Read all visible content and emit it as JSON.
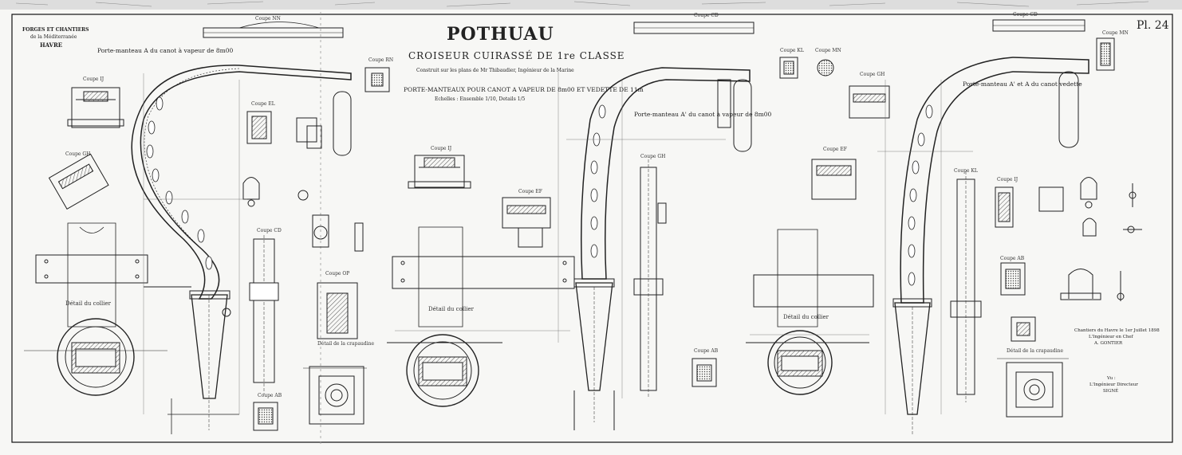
{
  "plate": {
    "number": "Pl. 24",
    "title": "POTHUAU",
    "subtitle": "CROISEUR CUIRASSÉ DE 1re CLASSE",
    "credit": "Construit sur les plans de Mr Thibaudier, Ingénieur de la Marine",
    "heading": "PORTE-MANTEAUX POUR CANOT A VAPEUR DE 8m00 ET VEDETTE DE 11m",
    "scales": "Echelles : Ensemble 1/10, Details 1/5"
  },
  "shipyard": {
    "line1": "FORGES ET CHANTIERS",
    "line2": "de la Méditerranée",
    "line3": "HAVRE"
  },
  "views": {
    "left_title": "Porte-manteau A du canot à vapeur de 8m00",
    "middle_title": "Porte-manteau A' du canot à vapeur de 8m00",
    "right_title": "Porte-manteau A' et A du canot vedette"
  },
  "sections": {
    "nn_left": "Coupe NN",
    "rn_left": "Coupe RN",
    "ij_left": "Coupe IJ",
    "gh_left": "Coupe GH",
    "el_left": "Coupe EL",
    "cd_left": "Coupe CD",
    "op_left": "Coupe OP",
    "ab_left": "Coupe AB",
    "ij_mid": "Coupe IJ",
    "ef_mid": "Coupe EF",
    "cd_mid": "Coupe CD",
    "kl_mid": "Coupe KL",
    "mn_mid": "Coupe MN",
    "gh_mid": "Coupe GH",
    "ab_mid": "Coupe AB",
    "cd_right": "Coupe CD",
    "mn_right": "Coupe MN",
    "gh_right": "Coupe GH",
    "ef_right": "Coupe EF",
    "kl_right": "Coupe KL",
    "ij_right": "Coupe IJ",
    "ab_right": "Coupe AB"
  },
  "details": {
    "collar_left": "Détail du collier",
    "collar_mid": "Détail du collier",
    "collar_right": "Détail du collier",
    "crapaudine_left": "Détail de la crapaudine",
    "crapaudine_right": "Détail de la crapaudine"
  },
  "signature": {
    "line1": "Chantiers du Havre le 1er Juillet 1898",
    "line2": "L'Ingénieur en Chef",
    "line3": "A. GONTIER",
    "line4": "Vu :",
    "line5": "L'Ingénieur Directeur",
    "line6": "SIGNÉ"
  }
}
